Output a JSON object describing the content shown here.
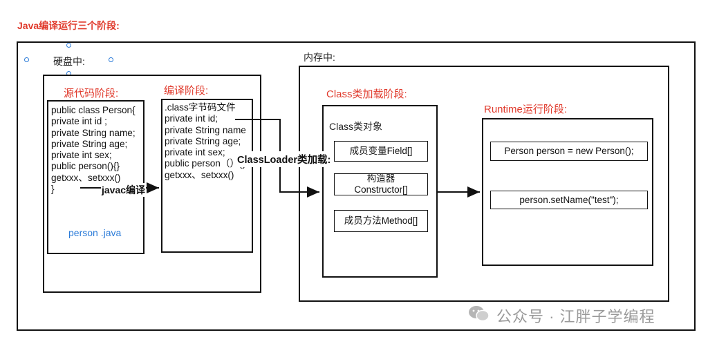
{
  "title": "Java编译运行三个阶段:",
  "disk": {
    "label": "硬盘中:",
    "source_stage": {
      "title": "源代码阶段:",
      "code": "public class Person{\nprivate int id ;\nprivate String name;\nprivate String age;\nprivate int sex;\npublic person(){}\ngetxxx、setxxx()\n}",
      "filename": "person .java"
    },
    "compile_stage": {
      "title": "编译阶段:",
      "code": ".class字节码文件\nprivate int id;\nprivate String name\nprivate String age;\nprivate int sex;\npublic person（）{}\ngetxxx、setxxx()"
    },
    "javac_label": "javac编译"
  },
  "memory": {
    "label": "内存中:",
    "classload_stage": {
      "title": "Class类加载阶段:",
      "object_label": "Class类对象",
      "items": [
        "成员变量Field[]",
        "构造器\nConstructor[]",
        "成员方法Method[]"
      ]
    },
    "runtime_stage": {
      "title": "Runtime运行阶段:",
      "items": [
        "Person person = new Person();",
        "person.setName(\"test\");"
      ]
    }
  },
  "classloader_label": "ClassLoader类加载:",
  "watermark": "公众号 · 江胖子学编程",
  "colors": {
    "accent_red": "#e03a2c",
    "link_blue": "#2b7bd8",
    "watermark_gray": "#9a9a9a"
  }
}
